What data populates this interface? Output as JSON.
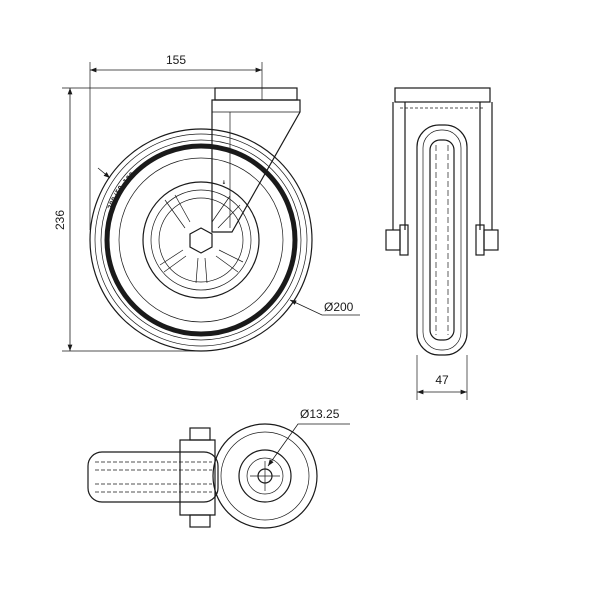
{
  "dimensions": {
    "bracket_offset": "155",
    "overall_height": "236",
    "wheel_diameter": "Ø200",
    "wheel_width": "47",
    "bolt_hole_diameter": "Ø13.25"
  },
  "tire_marking": "200/50 100",
  "colors": {
    "line": "#1a1a1a",
    "background": "#ffffff"
  }
}
